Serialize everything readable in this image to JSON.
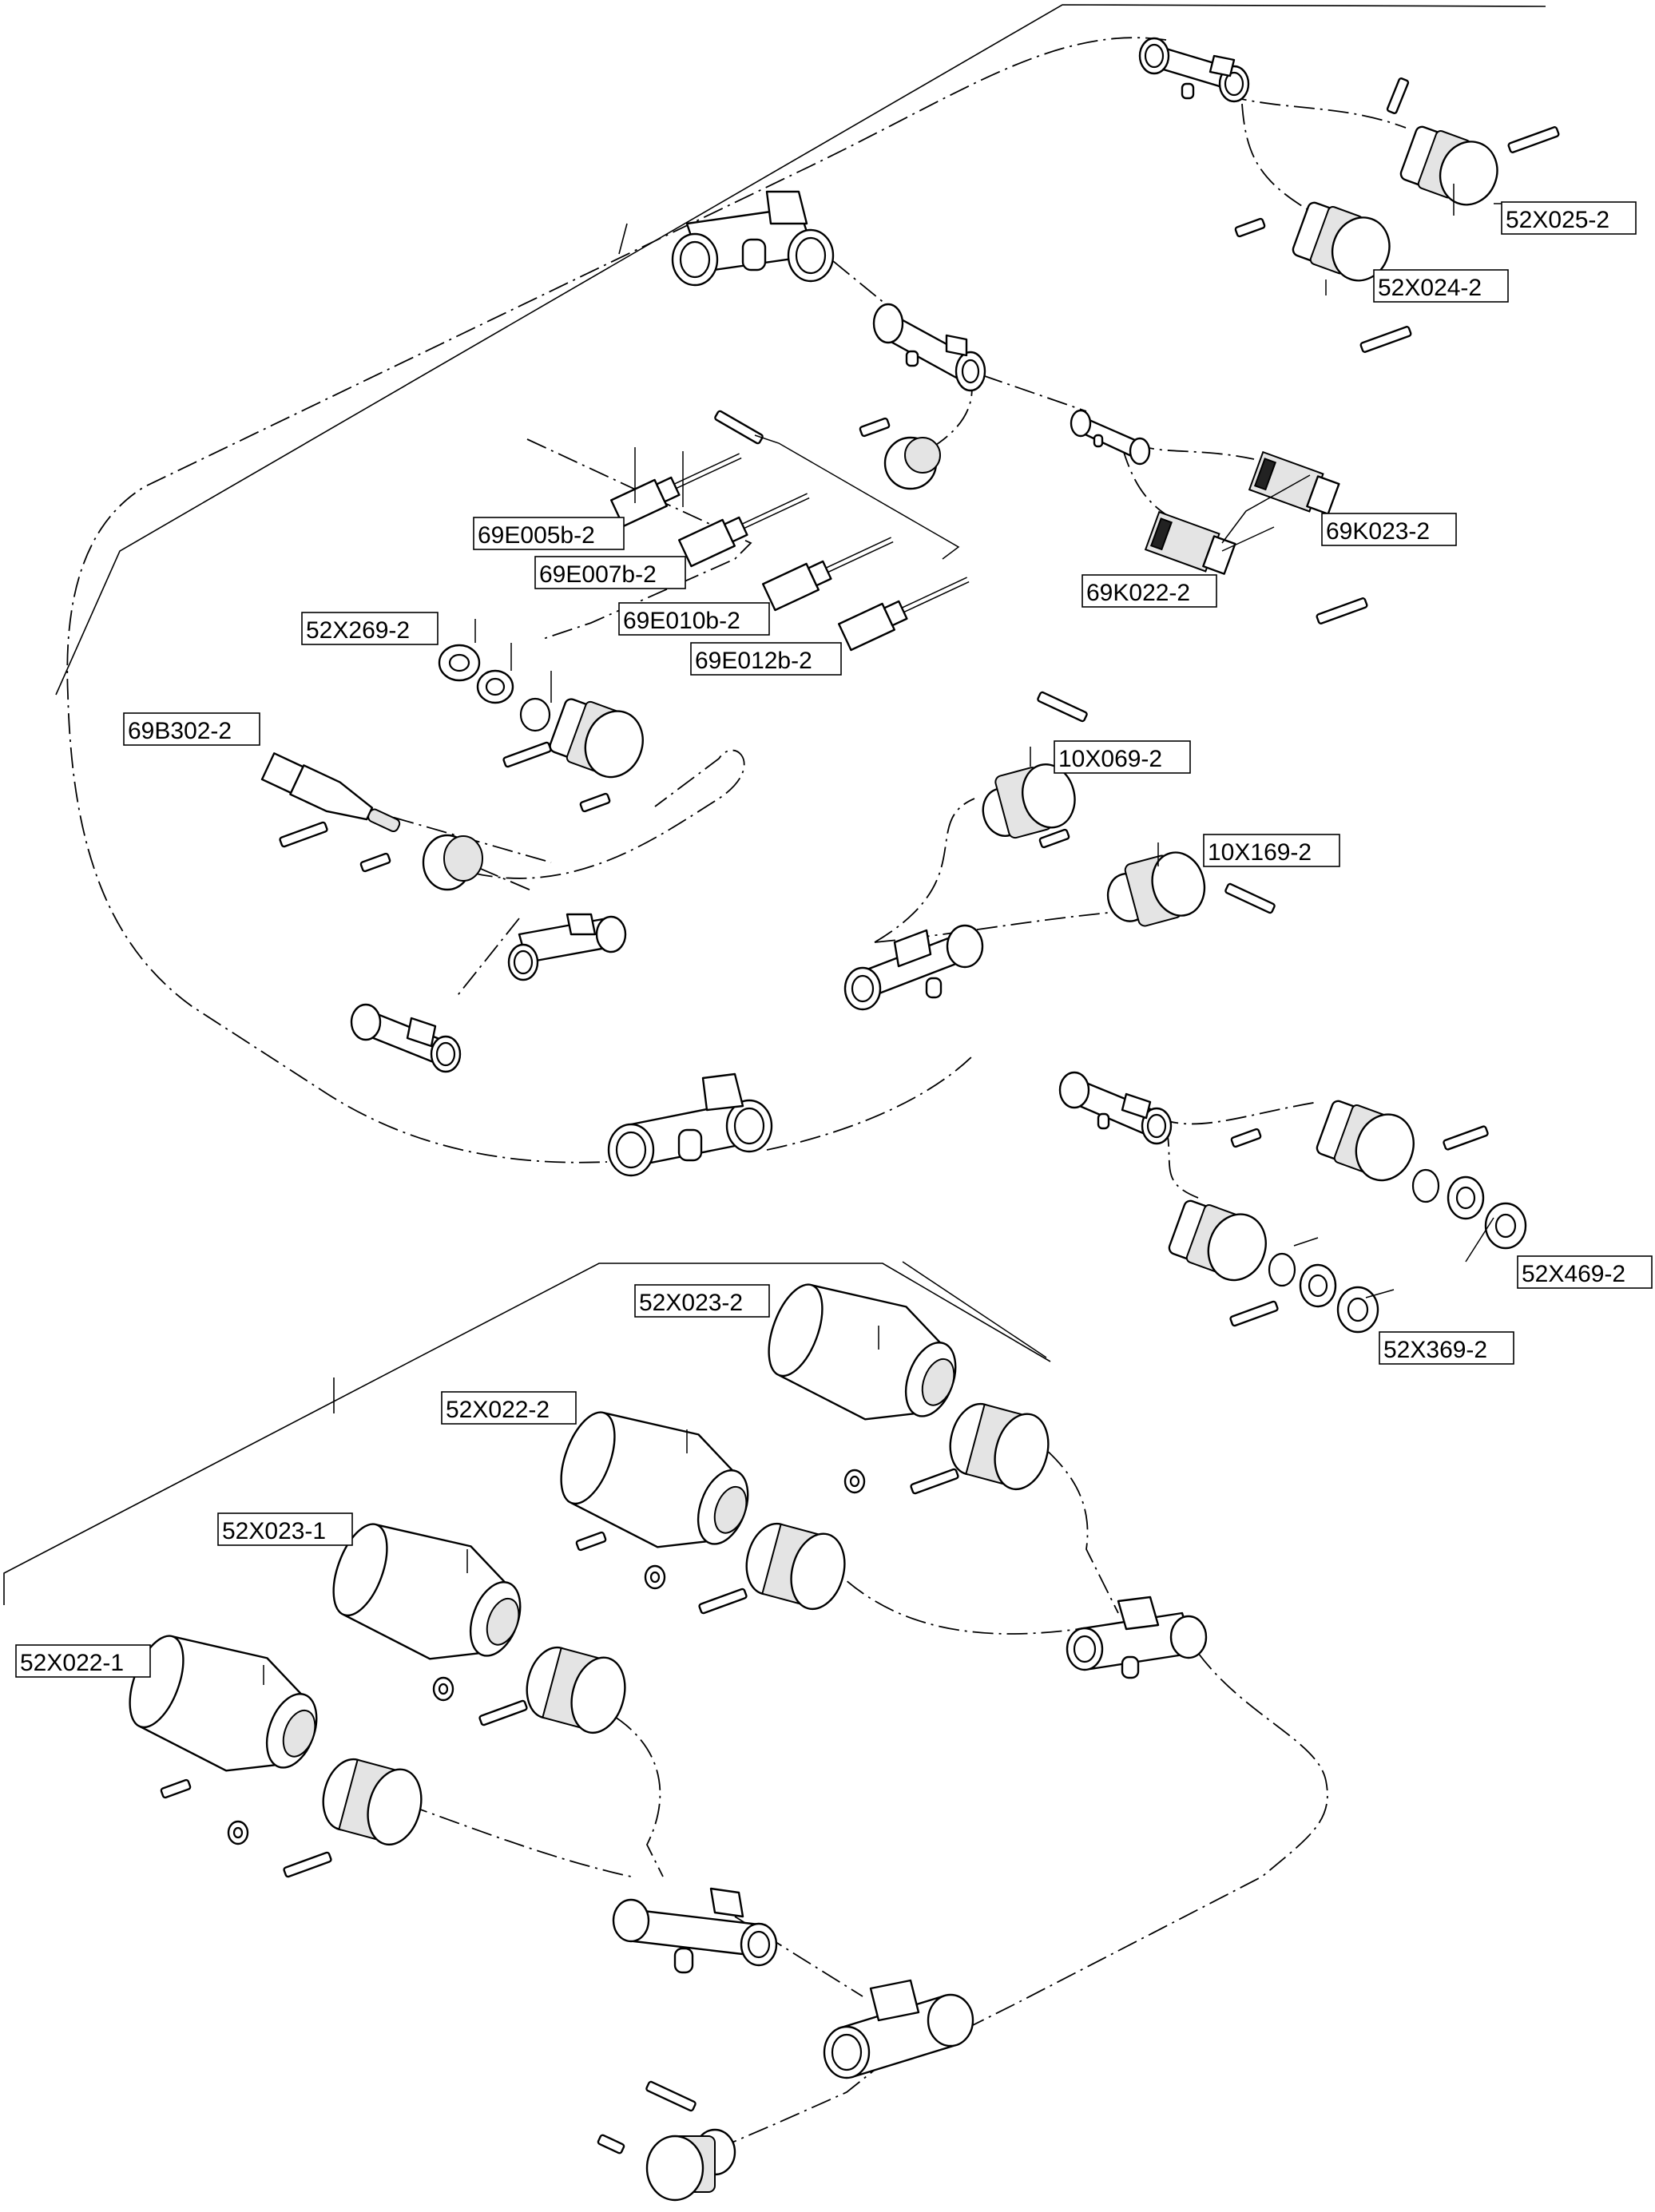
{
  "labels": {
    "52X025-2": "52X025-2",
    "52X024-2": "52X024-2",
    "69K023-2": "69K023-2",
    "69K022-2": "69K022-2",
    "69E005b-2": "69E005b-2",
    "69E007b-2": "69E007b-2",
    "69E010b-2": "69E010b-2",
    "69E012b-2": "69E012b-2",
    "52X269-2": "52X269-2",
    "69B302-2": "69B302-2",
    "10X069-2": "10X069-2",
    "10X169-2": "10X169-2",
    "52X469-2": "52X469-2",
    "52X369-2": "52X369-2",
    "52X023-2": "52X023-2",
    "52X022-2": "52X022-2",
    "52X023-1": "52X023-1",
    "52X022-1": "52X022-1"
  }
}
